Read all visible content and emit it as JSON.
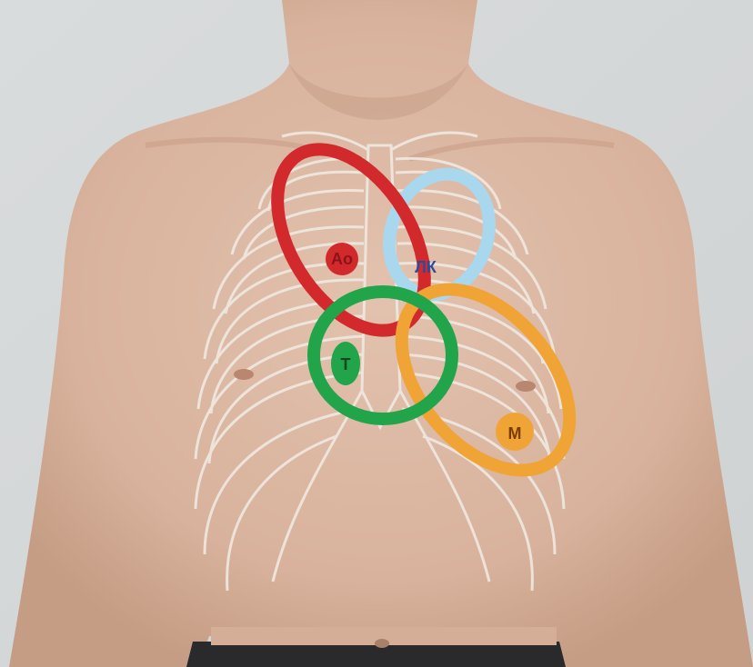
{
  "image": {
    "subject": "auscultation-points-on-chest",
    "colors": {
      "background": "#d7dadb",
      "skin": "#dab59f",
      "skin_shadow": "#c49b84",
      "rib_outline": "#ebe6df",
      "aortic": "#d22a2c",
      "pulmonary": "#a9d8ee",
      "tricuspid": "#22a44a",
      "mitral": "#f0a436"
    }
  },
  "zones": {
    "aortic": {
      "label": "Ao",
      "color": "#d22a2c"
    },
    "pulmonary": {
      "label": "ЛК",
      "color": "#a9d8ee"
    },
    "tricuspid": {
      "label": "Т",
      "color": "#22a44a"
    },
    "mitral": {
      "label": "М",
      "color": "#f0a436"
    }
  }
}
